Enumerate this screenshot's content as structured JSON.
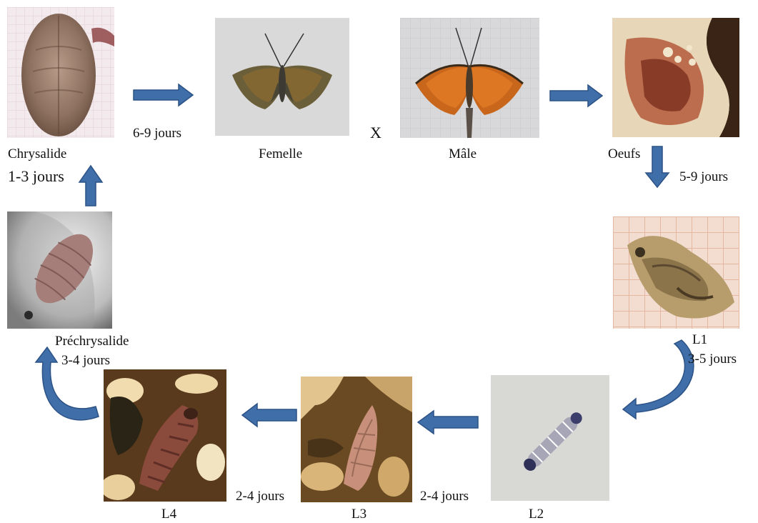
{
  "stages": {
    "chrysalide": "Chrysalide",
    "femelle": "Femelle",
    "male": "Mâle",
    "oeufs": "Oeufs",
    "l1": "L1",
    "l2": "L2",
    "l3": "L3",
    "l4": "L4",
    "prechrysalide": "Préchrysalide"
  },
  "cross": "X",
  "durations": {
    "chrysalide_to_adult": "6-9 jours",
    "chrysalide": "1-3 jours",
    "oeufs": "5-9 jours",
    "l1": "3-5 jours",
    "l2_to_l3": "2-4 jours",
    "l3_to_l4": "2-4 jours",
    "prechrysalide": "3-4 jours"
  },
  "colors": {
    "arrow": "#3f6ea8",
    "arrow_edge": "#2c5286"
  }
}
